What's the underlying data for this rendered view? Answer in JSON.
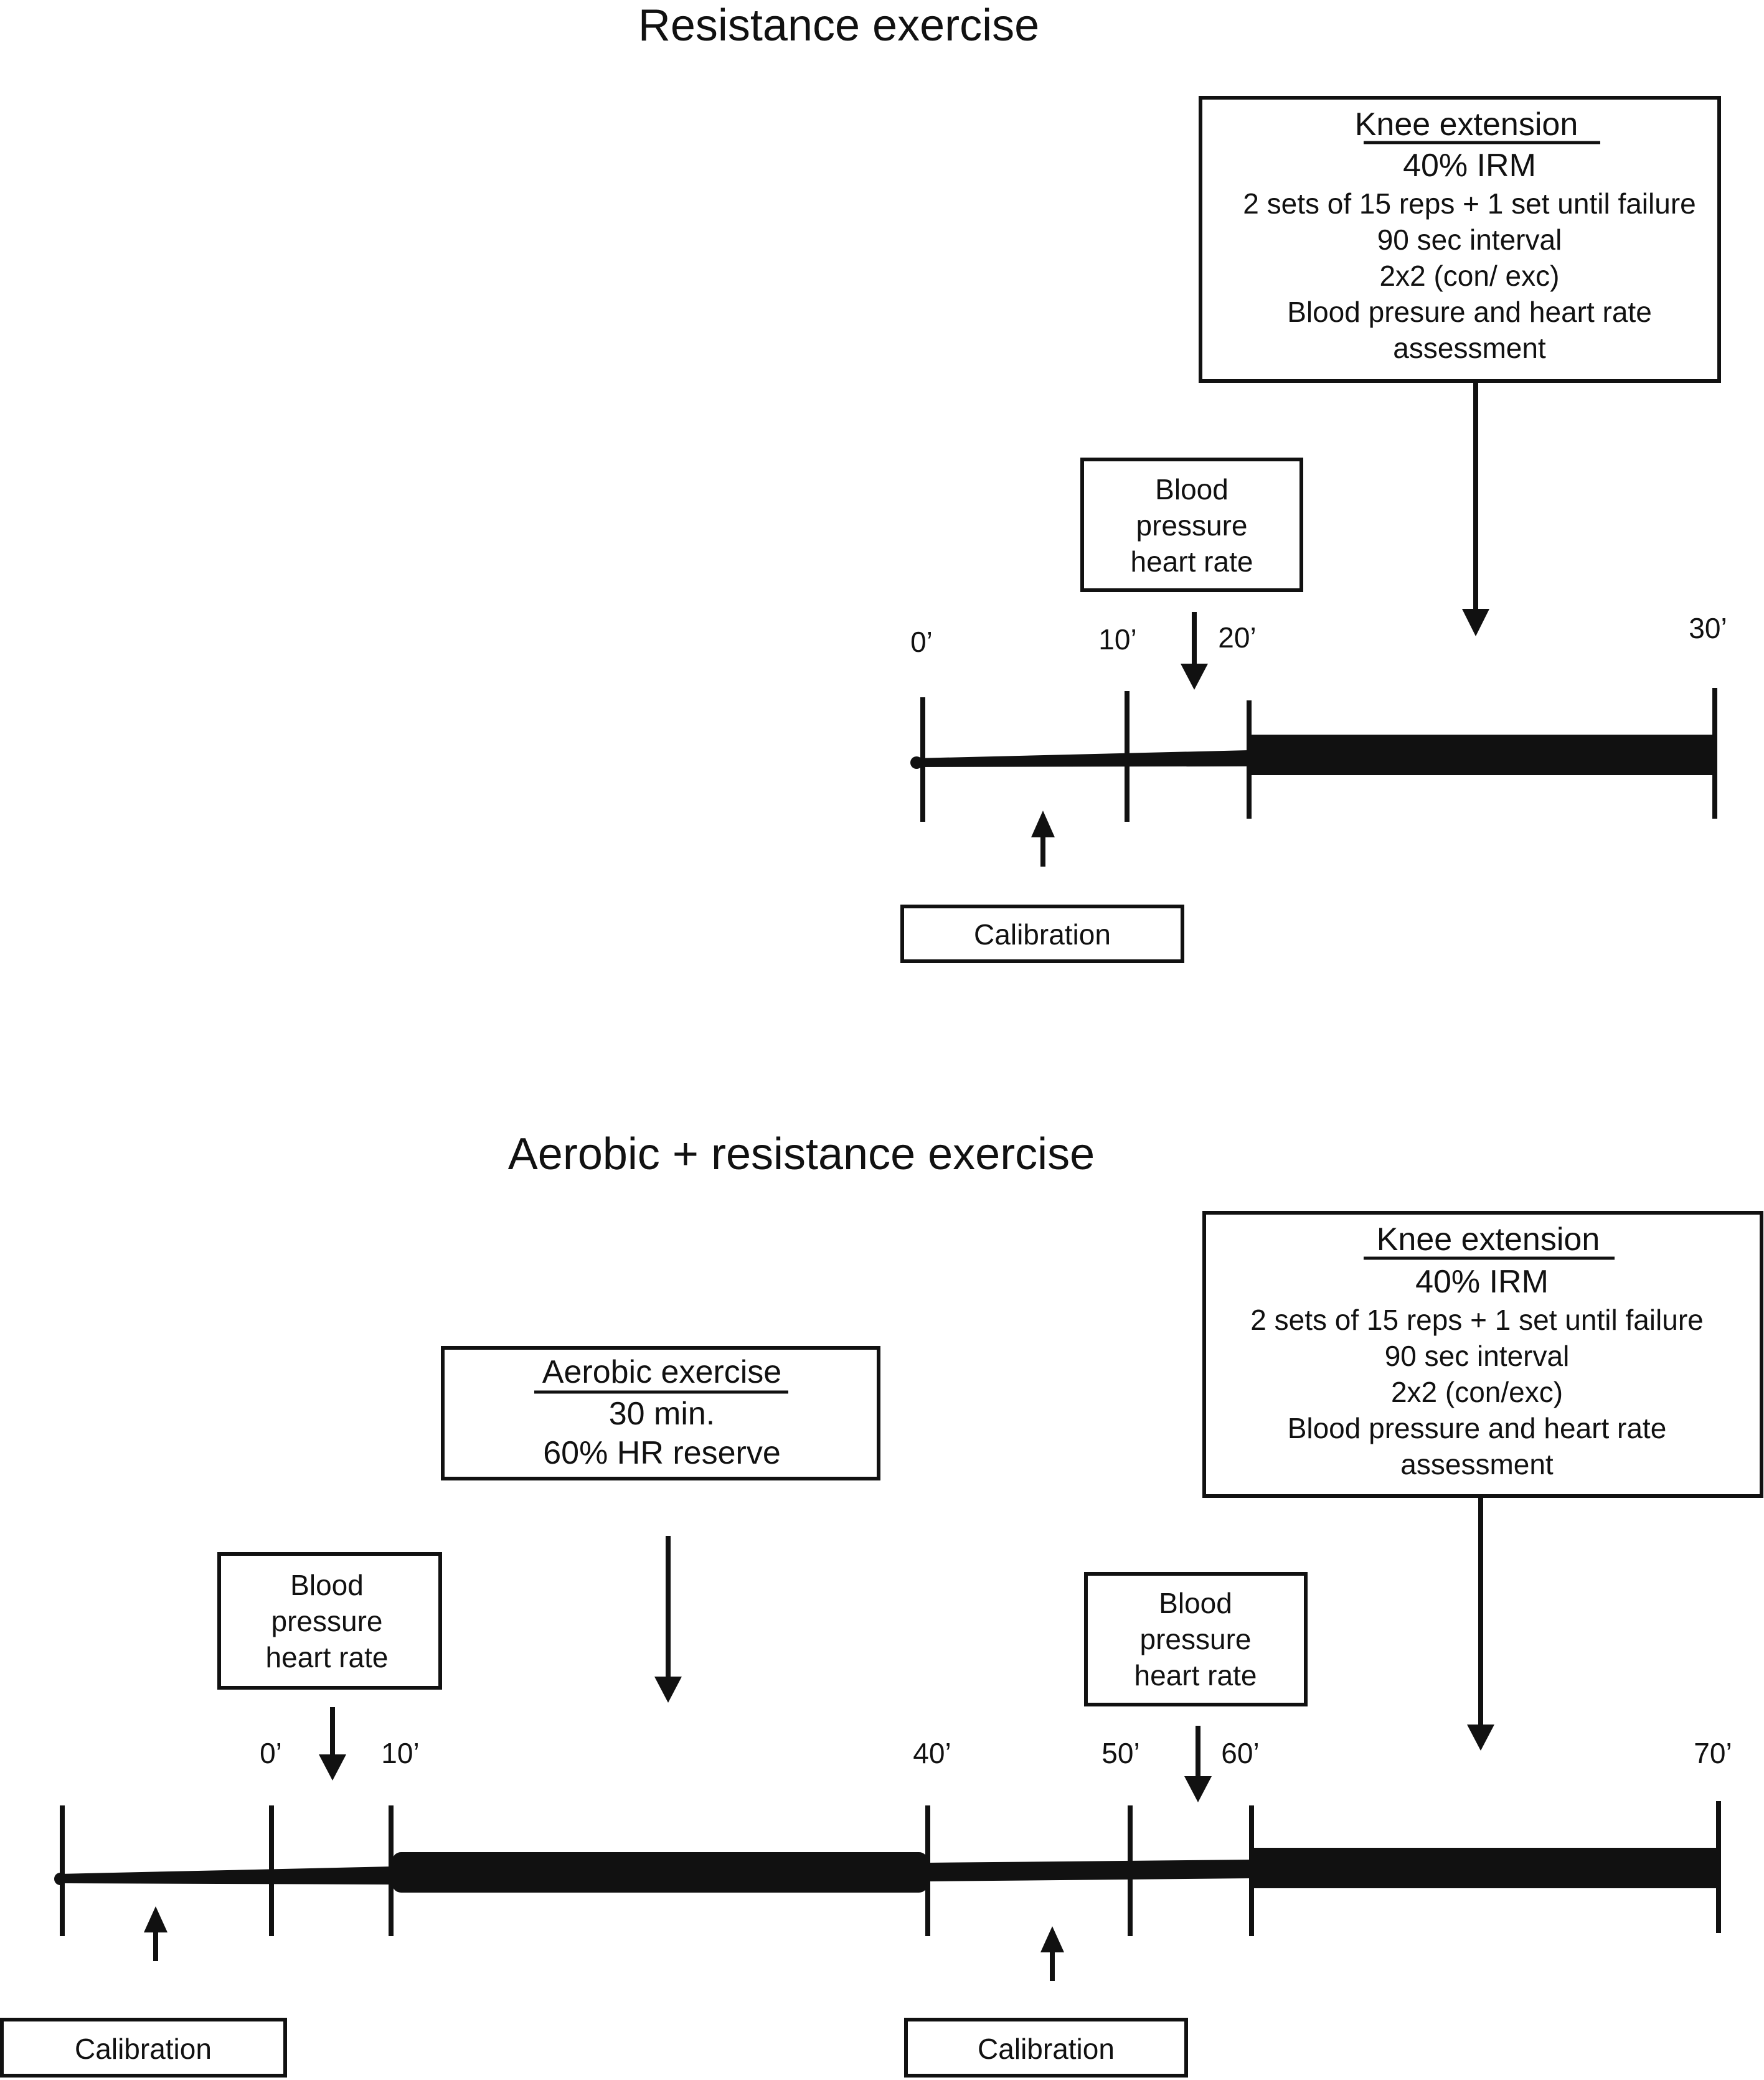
{
  "colors": {
    "ink": "#111111",
    "background": "#ffffff"
  },
  "top": {
    "title": "Resistance exercise",
    "ticks": [
      "0’",
      "10’",
      "20’",
      "30’"
    ],
    "knee_box": {
      "heading": "Knee extension",
      "lines": [
        "40% IRM",
        "2 sets of 15 reps + 1 set until failure",
        "90 sec interval",
        "2x2 (con/ exc)",
        "Blood presure and heart rate",
        "assessment"
      ]
    },
    "bp_box": {
      "lines": [
        "Blood",
        "pressure",
        "heart rate"
      ]
    },
    "calibration": "Calibration"
  },
  "bottom": {
    "title": "Aerobic + resistance exercise",
    "ticks": [
      "0’",
      "10’",
      "40’",
      "50’",
      "60’",
      "70’"
    ],
    "knee_box": {
      "heading": "Knee extension",
      "lines": [
        "40% IRM",
        "2 sets of 15 reps + 1 set until failure",
        "90 sec interval",
        "2x2 (con/exc)",
        "Blood pressure and heart rate",
        "assessment"
      ]
    },
    "aerobic_box": {
      "heading": "Aerobic exercise",
      "lines": [
        "30 min.",
        "60% HR reserve"
      ]
    },
    "bp_box_left": {
      "lines": [
        "Blood",
        "pressure",
        "heart rate"
      ]
    },
    "bp_box_right": {
      "lines": [
        "Blood",
        "pressure",
        "heart rate"
      ]
    },
    "calibration_left": "Calibration",
    "calibration_right": "Calibration"
  }
}
